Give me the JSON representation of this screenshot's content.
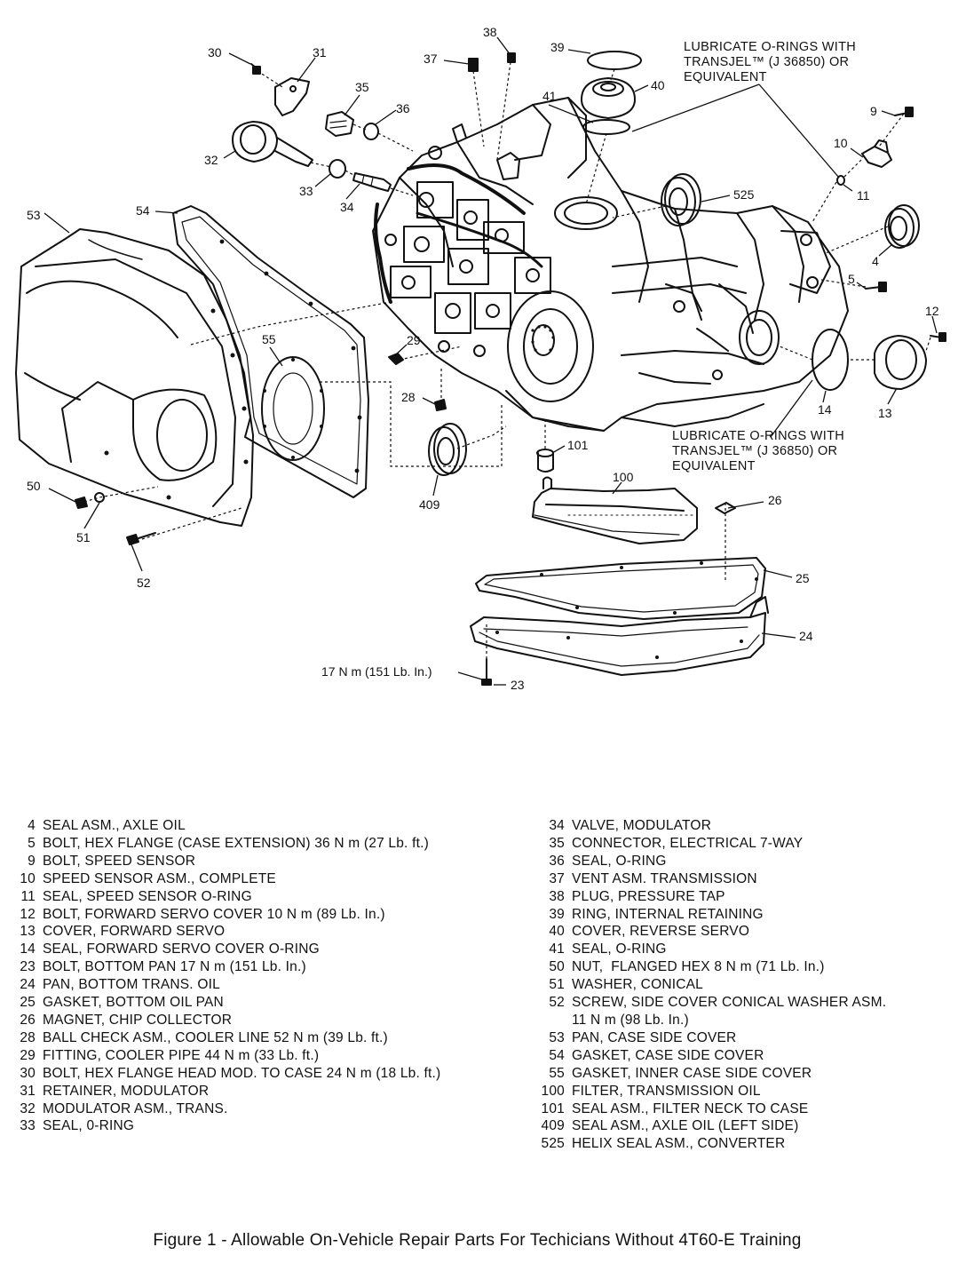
{
  "callouts": {
    "c30": "30",
    "c31": "31",
    "c38": "38",
    "c39": "39",
    "c37": "37",
    "c40": "40",
    "c35": "35",
    "c36": "36",
    "c41": "41",
    "c32": "32",
    "c33": "33",
    "c34": "34",
    "c525": "525",
    "c9": "9",
    "c10": "10",
    "c11": "11",
    "c53": "53",
    "c54": "54",
    "c4": "4",
    "c5": "5",
    "c12": "12",
    "c55": "55",
    "c29": "29",
    "c28": "28",
    "c14": "14",
    "c13": "13",
    "c101": "101",
    "c100": "100",
    "c26": "26",
    "c409": "409",
    "c50": "50",
    "c51": "51",
    "c52": "52",
    "c25": "25",
    "c24": "24",
    "c23": "23"
  },
  "notes": {
    "top": [
      "LUBRICATE O-RINGS WITH",
      "TRANSJEL™ (J 36850) OR",
      "EQUIVALENT"
    ],
    "bottom": [
      "LUBRICATE O-RINGS WITH",
      "TRANSJEL™ (J 36850) OR",
      "EQUIVALENT"
    ],
    "torque_23": "17 N m (151 Lb. In.)"
  },
  "legend_left": [
    {
      "num": "4",
      "desc": "SEAL ASM., AXLE OIL"
    },
    {
      "num": "5",
      "desc": "BOLT, HEX FLANGE (CASE EXTENSION) 36 N m (27 Lb. ft.)"
    },
    {
      "num": "9",
      "desc": "BOLT, SPEED SENSOR"
    },
    {
      "num": "10",
      "desc": "SPEED SENSOR ASM., COMPLETE"
    },
    {
      "num": "11",
      "desc": "SEAL, SPEED SENSOR O-RING"
    },
    {
      "num": "12",
      "desc": "BOLT, FORWARD SERVO COVER 10 N m (89 Lb. In.)"
    },
    {
      "num": "13",
      "desc": "COVER, FORWARD SERVO"
    },
    {
      "num": "14",
      "desc": "SEAL, FORWARD SERVO COVER O-RING"
    },
    {
      "num": "23",
      "desc": "BOLT, BOTTOM PAN 17 N m (151 Lb. In.)"
    },
    {
      "num": "24",
      "desc": "PAN, BOTTOM TRANS. OIL"
    },
    {
      "num": "25",
      "desc": "GASKET, BOTTOM OIL PAN"
    },
    {
      "num": "26",
      "desc": "MAGNET, CHIP COLLECTOR"
    },
    {
      "num": "28",
      "desc": "BALL CHECK ASM., COOLER LINE 52 N m (39 Lb. ft.)"
    },
    {
      "num": "29",
      "desc": "FITTING, COOLER PIPE 44 N m (33 Lb. ft.)"
    },
    {
      "num": "30",
      "desc": "BOLT, HEX FLANGE HEAD MOD. TO CASE 24 N m (18 Lb. ft.)"
    },
    {
      "num": "31",
      "desc": "RETAINER, MODULATOR"
    },
    {
      "num": "32",
      "desc": "MODULATOR ASM., TRANS."
    },
    {
      "num": "33",
      "desc": "SEAL, 0-RING"
    }
  ],
  "legend_right": [
    {
      "num": "34",
      "desc": "VALVE, MODULATOR"
    },
    {
      "num": "35",
      "desc": "CONNECTOR, ELECTRICAL 7-WAY"
    },
    {
      "num": "36",
      "desc": "SEAL, O-RING"
    },
    {
      "num": "37",
      "desc": "VENT ASM. TRANSMISSION"
    },
    {
      "num": "38",
      "desc": "PLUG, PRESSURE TAP"
    },
    {
      "num": "39",
      "desc": "RING, INTERNAL RETAINING"
    },
    {
      "num": "40",
      "desc": "COVER, REVERSE SERVO"
    },
    {
      "num": "41",
      "desc": "SEAL, O-RING"
    },
    {
      "num": "50",
      "desc": "NUT,  FLANGED HEX 8 N m (71 Lb. In.)"
    },
    {
      "num": "51",
      "desc": "WASHER, CONICAL"
    },
    {
      "num": "52",
      "desc": "SCREW, SIDE COVER CONICAL WASHER ASM."
    },
    {
      "num": "",
      "desc": "11 N m (98 Lb. In.)"
    },
    {
      "num": "53",
      "desc": "PAN, CASE SIDE COVER"
    },
    {
      "num": "54",
      "desc": "GASKET, CASE SIDE COVER"
    },
    {
      "num": "55",
      "desc": "GASKET, INNER CASE SIDE COVER"
    },
    {
      "num": "100",
      "desc": "FILTER, TRANSMISSION OIL"
    },
    {
      "num": "101",
      "desc": "SEAL ASM., FILTER NECK TO CASE"
    },
    {
      "num": "409",
      "desc": "SEAL ASM., AXLE OIL (LEFT SIDE)"
    },
    {
      "num": "525",
      "desc": "HELIX SEAL ASM., CONVERTER"
    }
  ],
  "caption": "Figure 1 - Allowable On-Vehicle Repair Parts For Techicians Without 4T60-E Training"
}
